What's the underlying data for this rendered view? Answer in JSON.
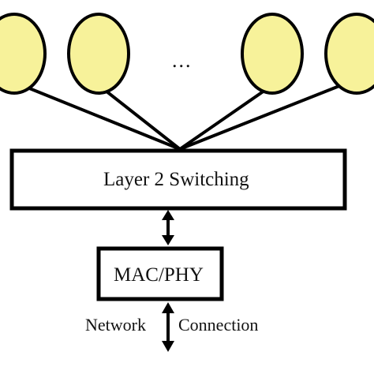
{
  "diagram": {
    "nodes": [
      {
        "id": "node-1"
      },
      {
        "id": "node-2"
      },
      {
        "id": "node-3"
      },
      {
        "id": "node-4"
      }
    ],
    "ellipsis": "...",
    "switch_box": {
      "label": "Layer 2 Switching"
    },
    "mac_box": {
      "label": "MAC/PHY"
    },
    "connection": {
      "left_label": "Network",
      "right_label": "Connection"
    },
    "colors": {
      "node_fill": "#f7f29a",
      "stroke": "#000000",
      "text": "#111111"
    }
  }
}
